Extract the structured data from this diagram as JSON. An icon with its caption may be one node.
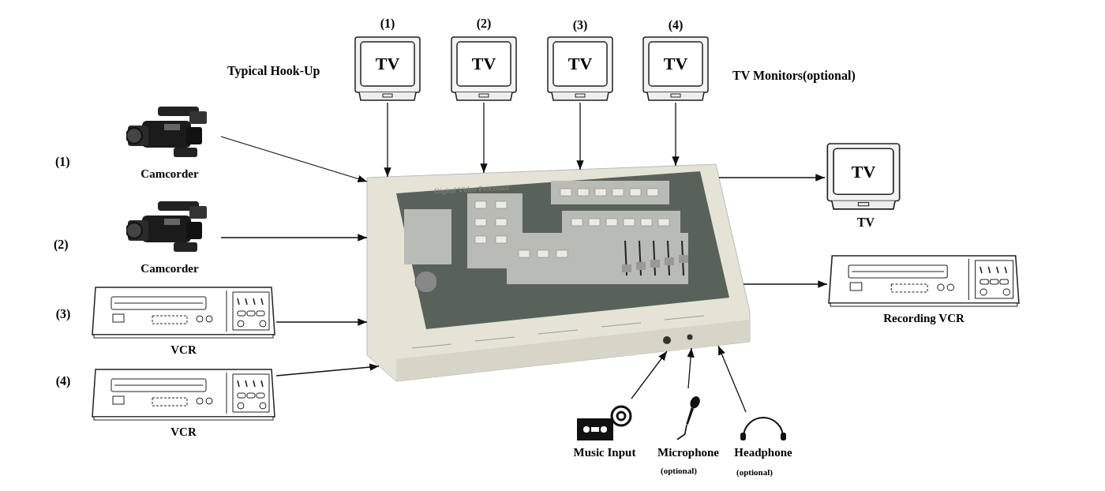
{
  "diagram": {
    "nodes": [
      {
        "text": [
          "TV"
        ],
        "beside": [
          "(1)"
        ]
      },
      {
        "text": [
          "TV"
        ],
        "beside": [
          "(2)"
        ]
      },
      {
        "text": [
          "TV"
        ],
        "beside": [
          "(3)"
        ]
      },
      {
        "text": [
          "TV"
        ],
        "beside": [
          "(4)"
        ]
      },
      {
        "text": [
          "Camcorder"
        ]
      },
      {
        "text": [
          "Camcorder"
        ]
      },
      {
        "text": [
          "VCR"
        ],
        "beside": [
          "(3)"
        ]
      },
      {
        "text": [
          "VCR"
        ],
        "beside": [
          "(4)"
        ]
      },
      {
        "text": [],
        "shape": "picture"
      },
      {
        "text": [
          "TV"
        ],
        "beside": [
          "TV"
        ]
      },
      {
        "text": [
          "Recording VCR"
        ]
      },
      {
        "text": [
          "Music Input"
        ]
      },
      {
        "text": [
          "Microphone"
        ],
        "beside": [
          "(optional)"
        ]
      },
      {
        "text": [
          "Headphone"
        ],
        "beside": [
          "(optional)"
        ]
      }
    ],
    "edges": [
      {
        "from": 0,
        "to": 8,
        "arrow": "to"
      },
      {
        "from": 1,
        "to": 8,
        "arrow": "to"
      },
      {
        "from": 2,
        "to": 8,
        "arrow": "to"
      },
      {
        "from": 3,
        "to": 8,
        "arrow": "to"
      },
      {
        "from": 4,
        "to": 8,
        "arrow": "to"
      },
      {
        "from": 5,
        "to": 8,
        "arrow": "to"
      },
      {
        "from": 6,
        "to": 8,
        "arrow": "to"
      },
      {
        "from": 7,
        "to": 8,
        "arrow": "to"
      },
      {
        "from": 8,
        "to": 9,
        "arrow": "to"
      },
      {
        "from": 8,
        "to": 10,
        "arrow": "to"
      },
      {
        "from": 11,
        "to": 8,
        "arrow": "to"
      },
      {
        "from": 12,
        "to": 8,
        "arrow": "to"
      },
      {
        "from": 13,
        "to": 8,
        "arrow": "to"
      }
    ],
    "labels": [
      "Typical Hook-Up",
      "TV Monitors(optional)",
      "(1)",
      "(2)",
      "Digital Video Processor"
    ]
  }
}
